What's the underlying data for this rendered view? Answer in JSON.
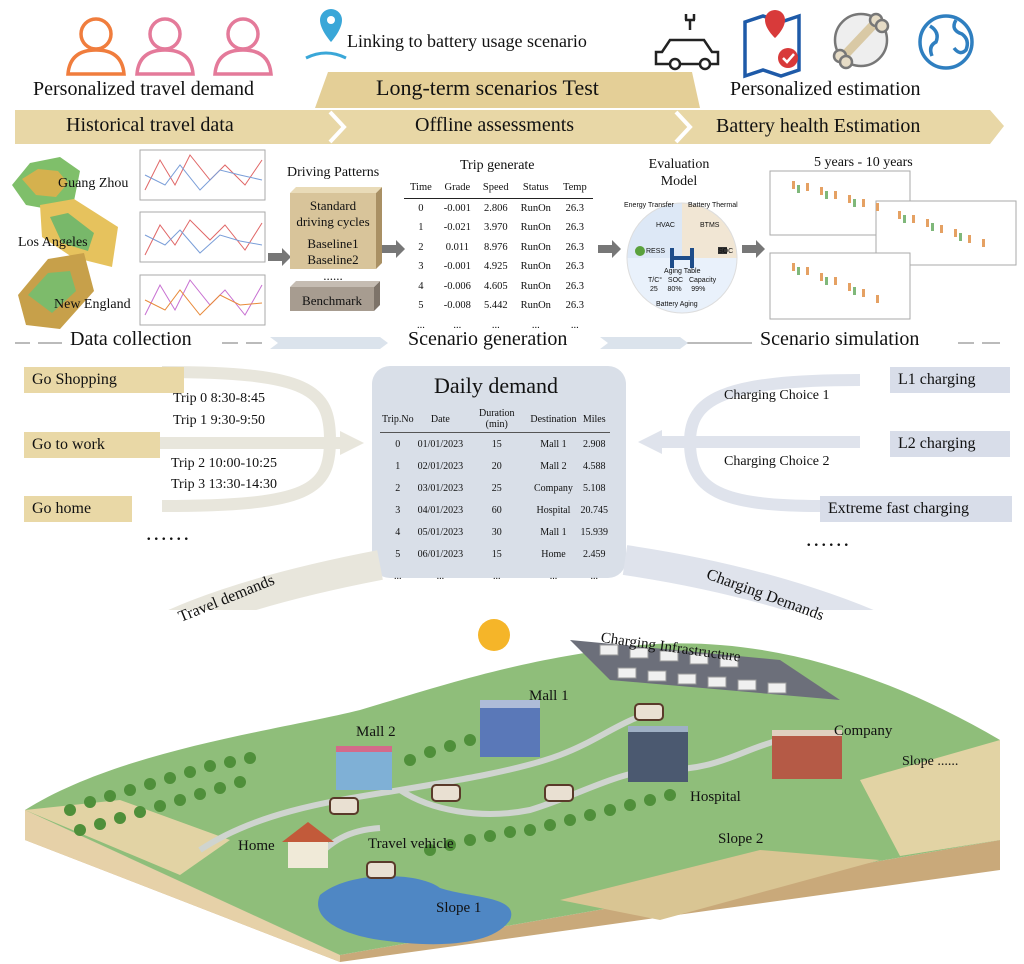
{
  "header": {
    "top_left": "Personalized travel demand",
    "top_center_small": "Linking to battery usage scenario",
    "top_center": "Long-term scenarios Test",
    "top_right": "Personalized estimation",
    "arrow_left": "Historical travel data",
    "arrow_center": "Offline assessments",
    "arrow_right": "Battery health Estimation"
  },
  "colors": {
    "tan": "#e8d7a6",
    "tan_dark": "#d9c087",
    "blue": "#d8dde9",
    "person_orange": "#f07d3d",
    "person_pink": "#e47a9a",
    "icon_blue": "#2f7fc0",
    "icon_red": "#d83a3a"
  },
  "pipeline": {
    "cities": [
      "Guang Zhou",
      "Los Angeles",
      "New England"
    ],
    "driving_patterns_title": "Driving Patterns",
    "patterns": [
      "Standard driving cycles",
      "Baseline1",
      "Baseline2",
      "......",
      "Benchmark"
    ],
    "trip_generate_title": "Trip generate",
    "trip_columns": [
      "Time",
      "Grade",
      "Speed",
      "Status",
      "Temp"
    ],
    "trip_rows": [
      [
        "0",
        "-0.001",
        "2.806",
        "RunOn",
        "26.3"
      ],
      [
        "1",
        "-0.021",
        "3.970",
        "RunOn",
        "26.3"
      ],
      [
        "2",
        "0.011",
        "8.976",
        "RunOn",
        "26.3"
      ],
      [
        "3",
        "-0.001",
        "4.925",
        "RunOn",
        "26.3"
      ],
      [
        "4",
        "-0.006",
        "4.605",
        "RunOn",
        "26.3"
      ],
      [
        "5",
        "-0.008",
        "5.442",
        "RunOn",
        "26.3"
      ],
      [
        "...",
        "...",
        "...",
        "...",
        "..."
      ]
    ],
    "eval_title": "Evaluation Model",
    "eval_quadrants": [
      "Energy Transfer",
      "Battery Thermal",
      "Battery Aging"
    ],
    "eval_items": [
      "HVAC",
      "BTMS",
      "RESS",
      "SOC"
    ],
    "aging_table_title": "Aging Table",
    "aging_cols": [
      "T/C°",
      "SOC",
      "Capacity"
    ],
    "aging_vals": [
      "25",
      "80%",
      "99%"
    ],
    "sim_title": "5 years - 10 years",
    "stage_labels": [
      "Data collection",
      "Scenario generation",
      "Scenario simulation"
    ]
  },
  "demand": {
    "activities": [
      "Go Shopping",
      "Go to work",
      "Go home"
    ],
    "trips": [
      "Trip 0 8:30-8:45",
      "Trip 1 9:30-9:50",
      "Trip 2 10:00-10:25",
      "Trip 3 13:30-14:30"
    ],
    "left_ellipsis": "......",
    "title": "Daily demand",
    "columns": [
      "Trip.No",
      "Date",
      "Duration (min)",
      "Destination",
      "Miles"
    ],
    "rows": [
      [
        "0",
        "01/01/2023",
        "15",
        "Mall 1",
        "2.908"
      ],
      [
        "1",
        "02/01/2023",
        "20",
        "Mall 2",
        "4.588"
      ],
      [
        "2",
        "03/01/2023",
        "25",
        "Company",
        "5.108"
      ],
      [
        "3",
        "04/01/2023",
        "60",
        "Hospital",
        "20.745"
      ],
      [
        "4",
        "05/01/2023",
        "30",
        "Mall 1",
        "15.939"
      ],
      [
        "5",
        "06/01/2023",
        "15",
        "Home",
        "2.459"
      ],
      [
        "...",
        "...",
        "...",
        "...",
        "..."
      ]
    ],
    "charging_options": [
      "L1 charging",
      "L2 charging",
      "Extreme fast charging"
    ],
    "charging_choices": [
      "Charging Choice 1",
      "Charging Choice 2"
    ],
    "right_ellipsis": "......"
  },
  "scene": {
    "travel_demands": "Travel demands",
    "charging_demands": "Charging Demands",
    "charging_infrastructure": "Charging Infrastructure",
    "places": [
      "Mall 1",
      "Mall 2",
      "Company",
      "Hospital",
      "Home",
      "Travel vehicle"
    ],
    "slopes": [
      "Slope ......",
      "Slope 2",
      "Slope 1"
    ]
  }
}
